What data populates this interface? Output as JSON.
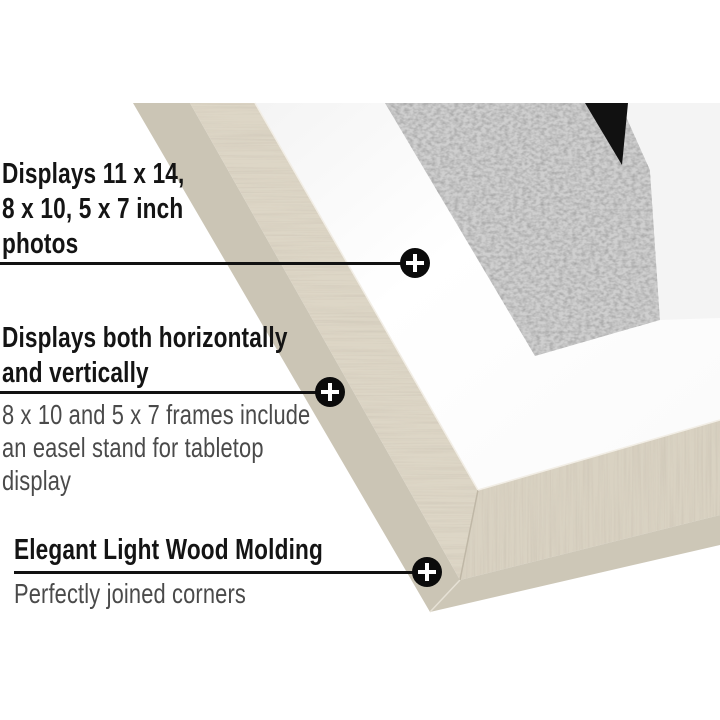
{
  "image": {
    "subject": "light wood picture frame corner with white mat and black-and-white photo",
    "colors": {
      "background": "#ffffff",
      "frame_side": "#cbc5b5",
      "frame_face": "#ddd6c6",
      "frame_bottom_face": "#d6cfbf",
      "mat": "#ffffff",
      "photo_texture": "#9a9a9a",
      "photo_dark": "#111111",
      "text_primary": "#141414",
      "text_secondary": "#4a4a4a",
      "marker": "#0b0b0b"
    }
  },
  "callouts": [
    {
      "headline_lines": [
        "Displays 11 x 14,",
        "8 x 10, 5 x 7 inch",
        "photos"
      ],
      "detail_lines": [],
      "marker_icon": "plus-circle-icon"
    },
    {
      "headline_lines": [
        "Displays both horizontally",
        "and vertically"
      ],
      "detail_lines": [
        "8 x 10 and 5 x 7 frames include",
        "an easel stand for tabletop",
        "display"
      ],
      "marker_icon": "plus-circle-icon"
    },
    {
      "headline_lines": [
        "Elegant Light Wood Molding"
      ],
      "detail_lines": [
        "Perfectly joined corners"
      ],
      "marker_icon": "plus-circle-icon"
    }
  ]
}
